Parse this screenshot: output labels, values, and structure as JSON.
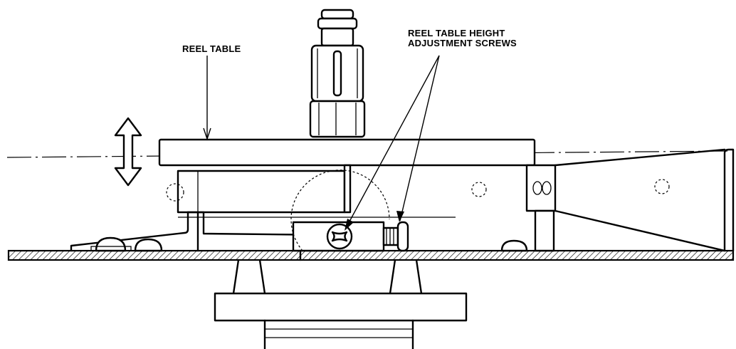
{
  "diagram": {
    "labels": {
      "reel_table": "REEL TABLE",
      "screws_line1": "REEL TABLE HEIGHT",
      "screws_line2": "ADJUSTMENT SCREWS"
    },
    "icons": {
      "movement_arrow": "double-headed-vertical-arrow",
      "screw_head": "phillips-screw-icon"
    },
    "colors": {
      "ink": "#000000",
      "paper": "#ffffff"
    }
  }
}
